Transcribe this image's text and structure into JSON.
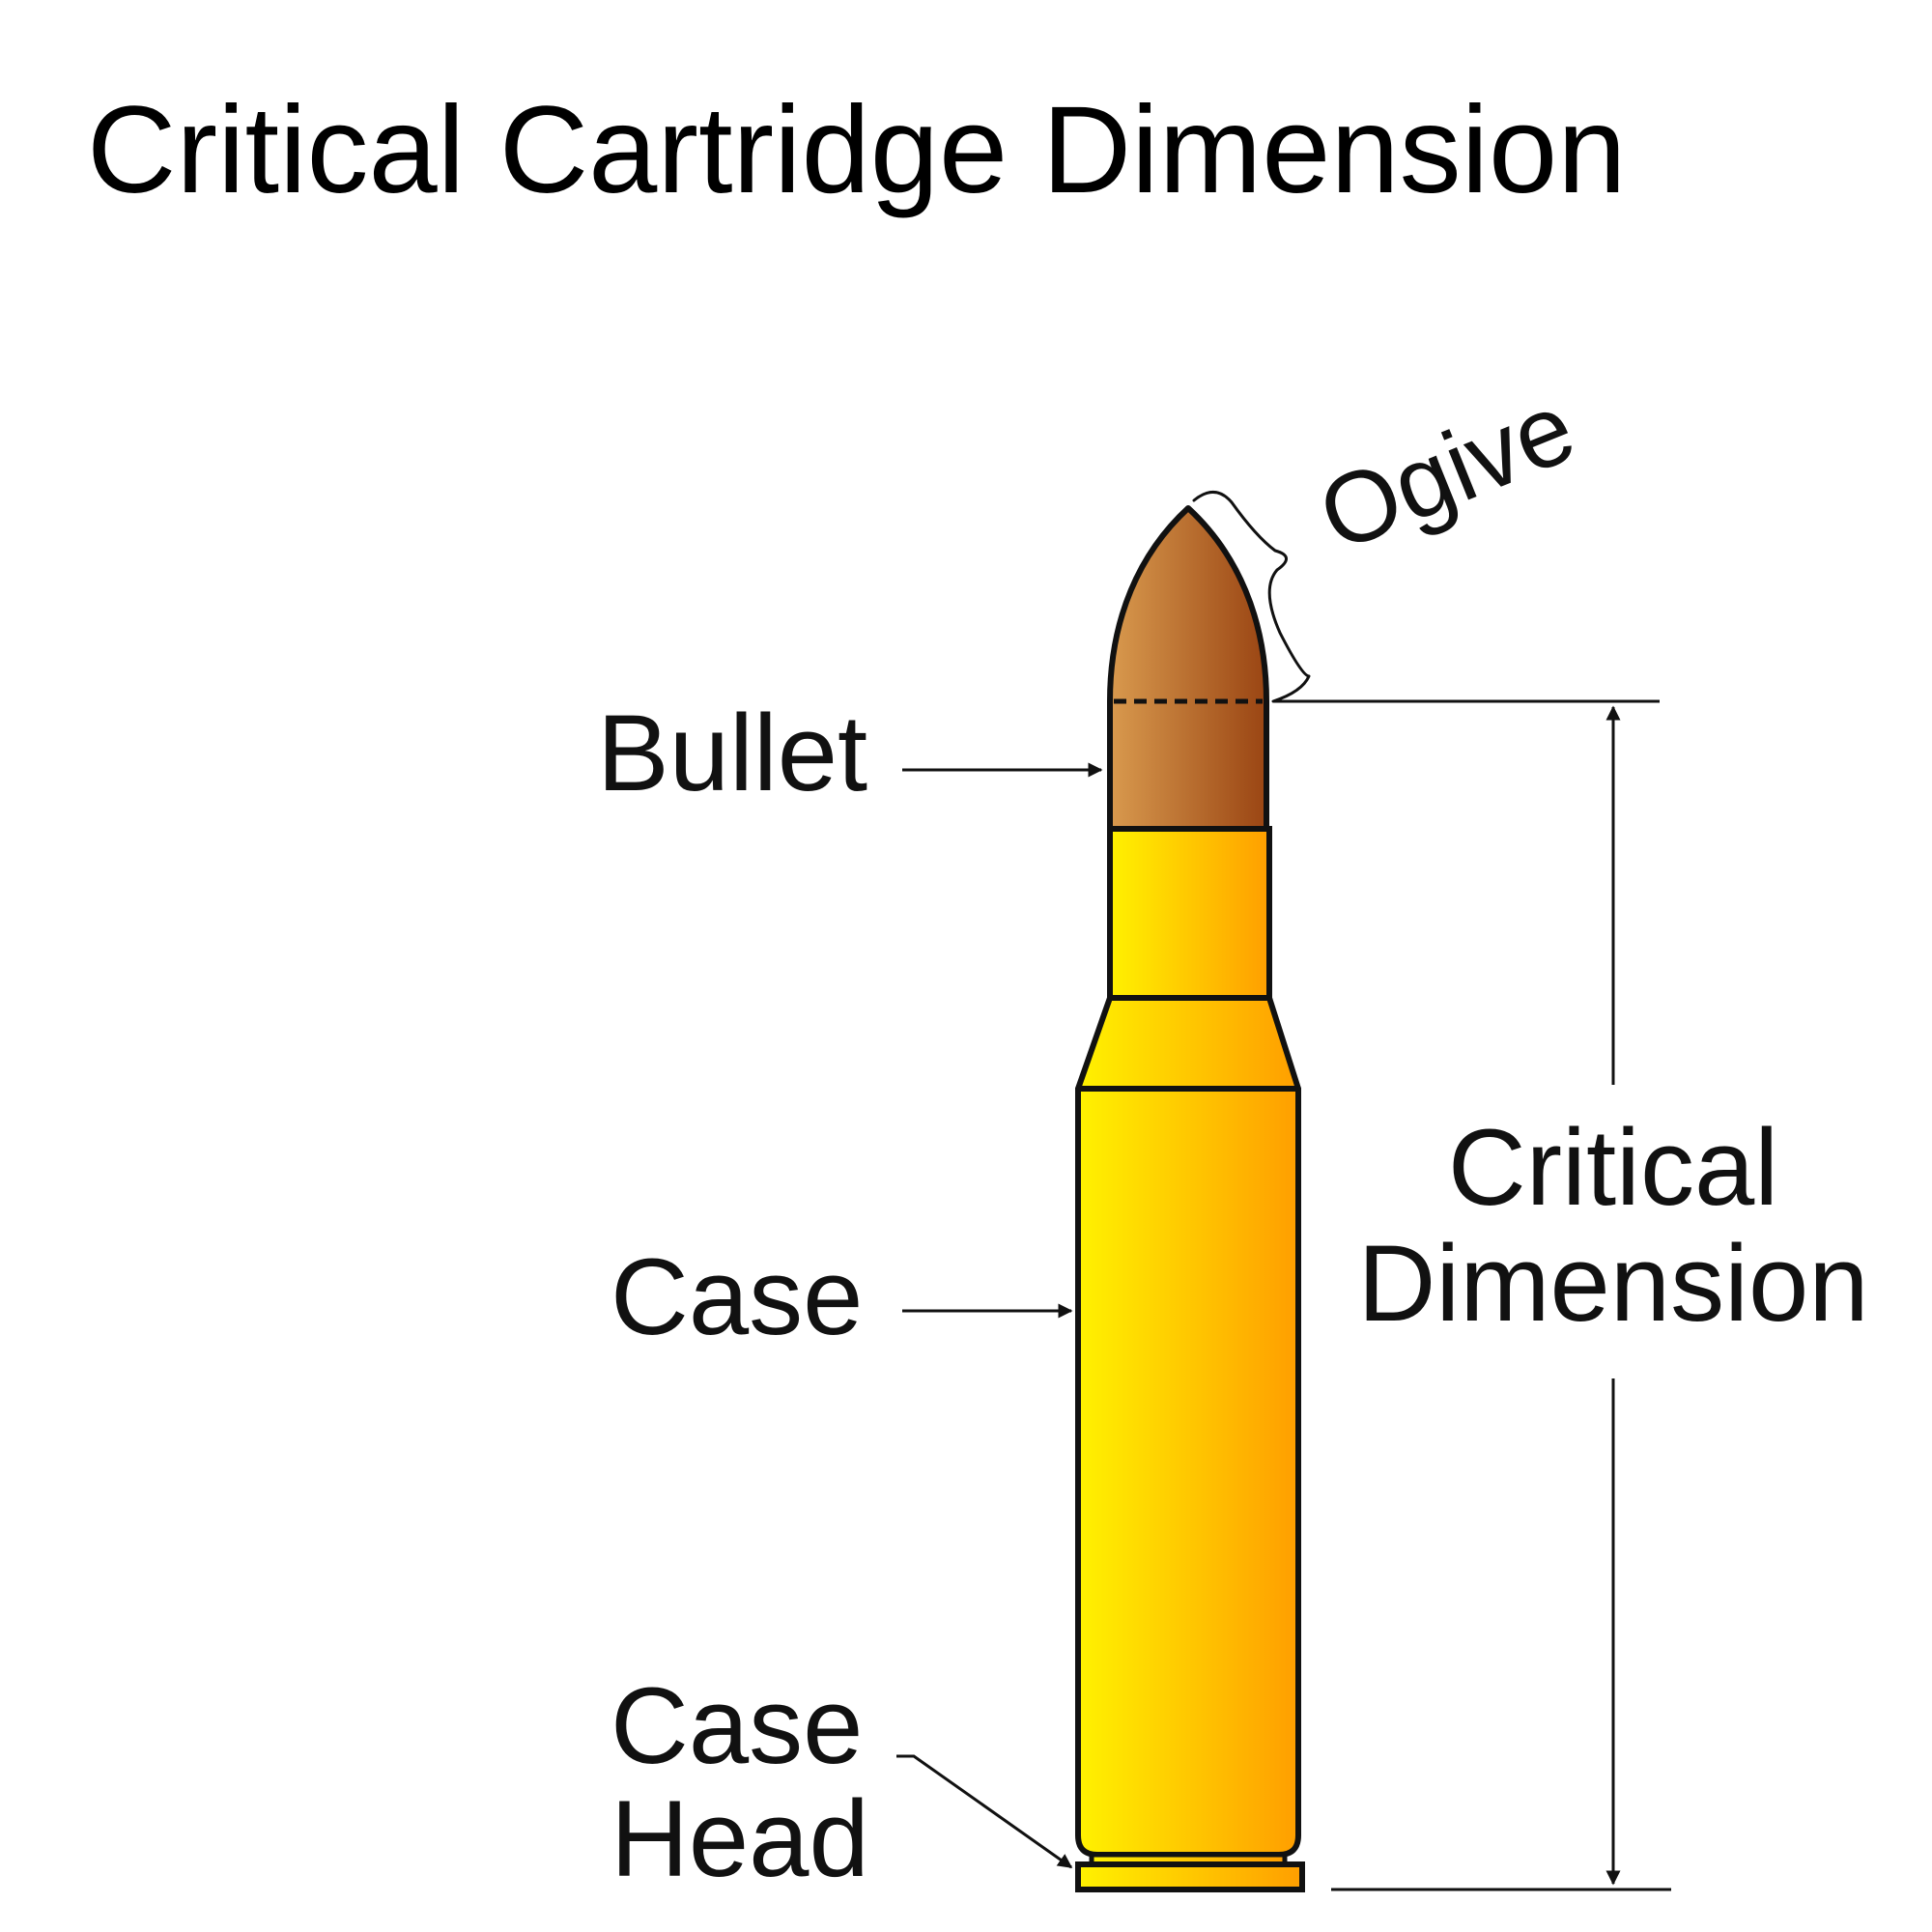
{
  "title": "Critical Cartridge Dimension",
  "labels": {
    "ogive": "Ogive",
    "bullet": "Bullet",
    "case": "Case",
    "case_head_line1": "Case",
    "case_head_line2": "Head",
    "critical_line1": "Critical",
    "critical_line2": "Dimension"
  },
  "colors": {
    "outline": "#111111",
    "bullet_light": "#D99A4E",
    "bullet_dark": "#9A4513",
    "case_light": "#FFF200",
    "case_dark": "#FF9E00"
  }
}
